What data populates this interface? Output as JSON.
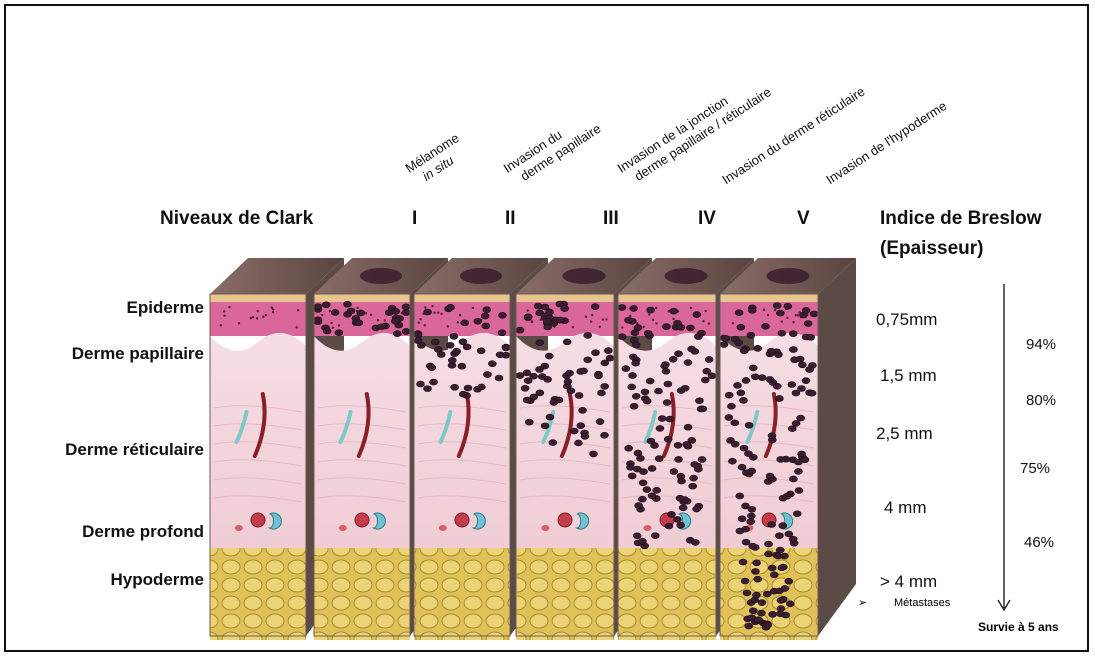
{
  "clark_levels": {
    "header": "Niveaux de Clark",
    "levels": [
      {
        "numeral": "I",
        "line1": "Mélanome",
        "line2": "in situ"
      },
      {
        "numeral": "II",
        "line1": "Invasion du",
        "line2": "derme papillaire"
      },
      {
        "numeral": "III",
        "line1": "Invasion de la jonction",
        "line2": "derme papillaire / réticulaire"
      },
      {
        "numeral": "IV",
        "line1": "Invasion du derme réticulaire",
        "line2": ""
      },
      {
        "numeral": "V",
        "line1": "Invasion de l'hypoderme",
        "line2": ""
      }
    ]
  },
  "breslow": {
    "title_line1": "Indice de Breslow",
    "title_line2": "(Epaisseur)",
    "thicknesses": [
      "0,75mm",
      "1,5 mm",
      "2,5 mm",
      "4 mm",
      "> 4 mm"
    ],
    "survival": [
      "94%",
      "80%",
      "75%",
      "46%"
    ],
    "survival_label": "Survie à 5 ans",
    "metastases_marker": "➢",
    "metastases_label": "Métastases"
  },
  "skin_layers": [
    "Epiderme",
    "Derme papillaire",
    "Derme réticulaire",
    "Derme profond",
    "Hypoderme"
  ],
  "colors": {
    "epidermis": "#d9679a",
    "dermis": "#f3d6dc",
    "hypodermis": "#e0c25a",
    "melanoma": "#3a1d2e",
    "top_skin": "#6b4f4a"
  }
}
